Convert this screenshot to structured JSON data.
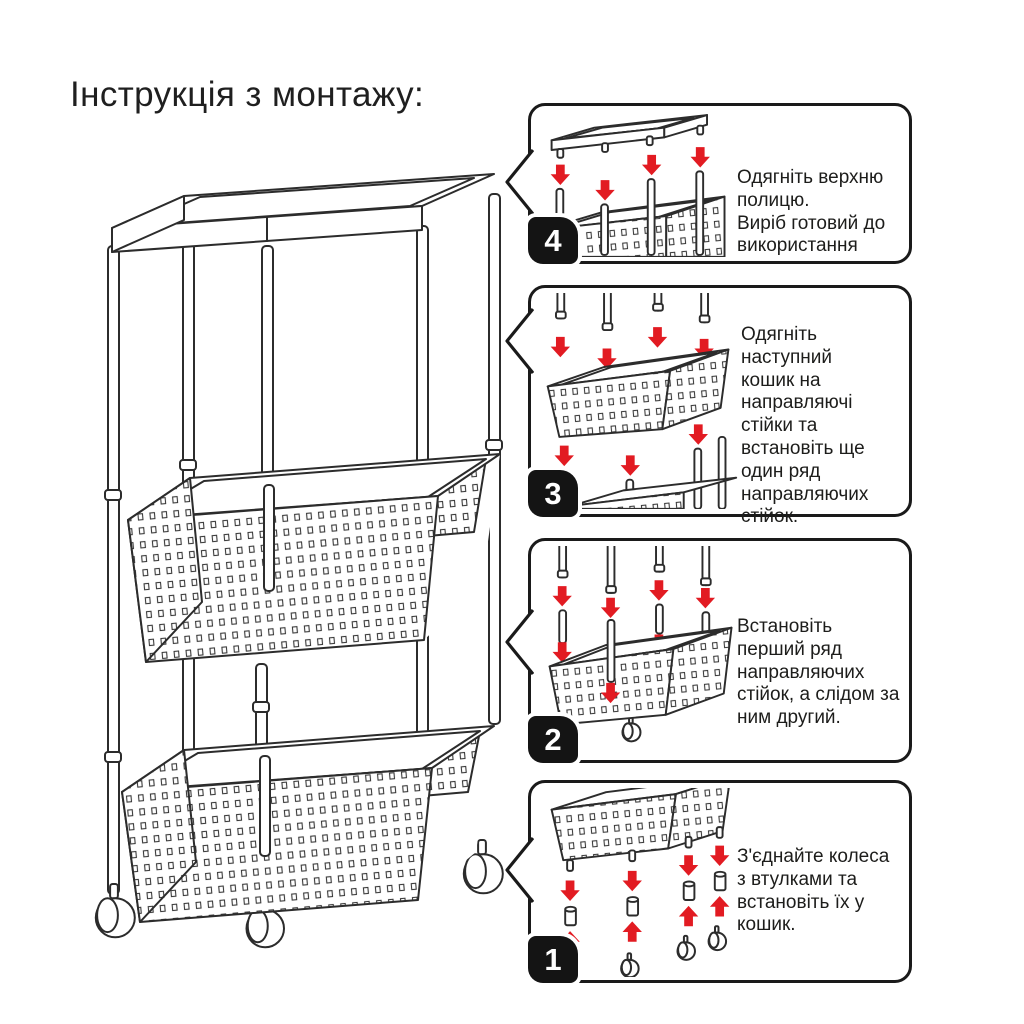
{
  "page": {
    "title": "Інструкція з монтажу:"
  },
  "colors": {
    "background": "#ffffff",
    "line": "#2c2c2c",
    "text": "#1d1d1b",
    "arrow_red": "#e21b22",
    "badge_bg": "#141414",
    "badge_text": "#ffffff"
  },
  "main_illustration": {
    "icon": "three-tier-rolling-cart-line-drawing"
  },
  "steps": [
    {
      "number": "4",
      "text": "Одягніть верхню полицю.\nВиріб готовий до використання",
      "icon": "top-shelf-onto-posts-diagram"
    },
    {
      "number": "3",
      "text": "Одягніть наступний кошик на направляючі стійки та встановіть ще один ряд направляючих стійок.",
      "icon": "next-basket-onto-posts-diagram"
    },
    {
      "number": "2",
      "text": "Встановіть перший ряд направляючих стійок, а слідом за ним другий.",
      "icon": "posts-into-bottom-basket-diagram"
    },
    {
      "number": "1",
      "text": "З'єднайте колеса з втулками та встановіть їх у кошик.",
      "icon": "wheels-bushings-into-basket-diagram"
    }
  ]
}
